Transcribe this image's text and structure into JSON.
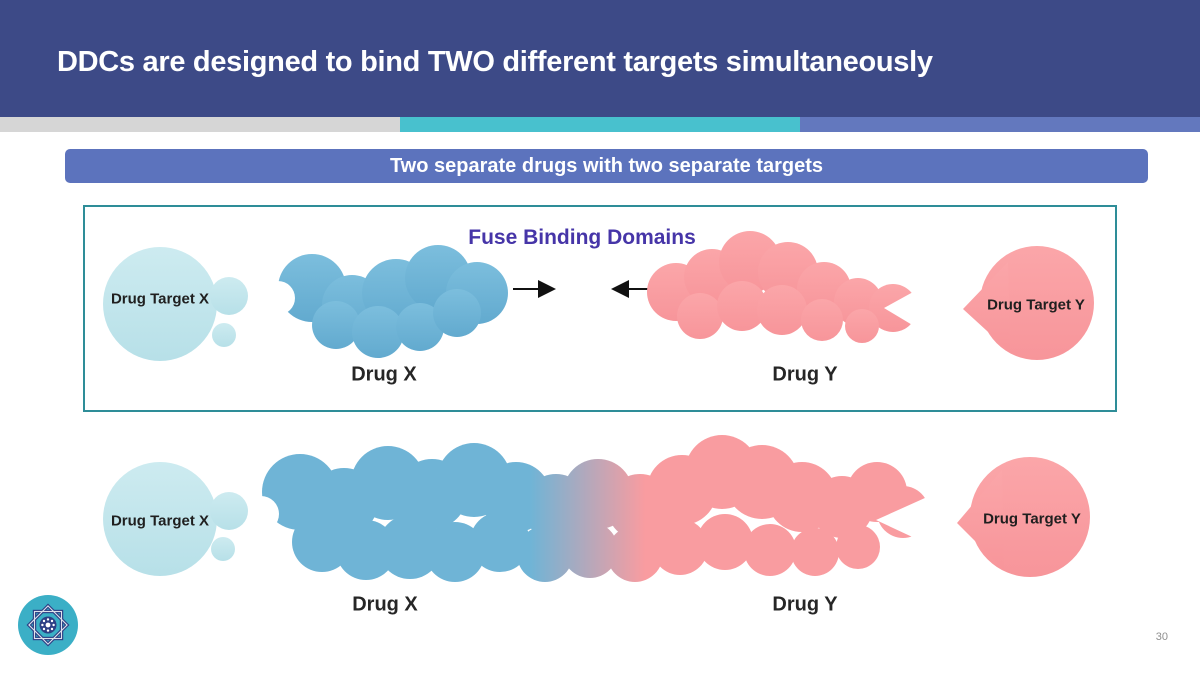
{
  "slide": {
    "title": "DDCs are designed to bind TWO different targets simultaneously",
    "banner": "Two separate drugs with two separate targets",
    "page_number": "30"
  },
  "diagram": {
    "fuse_label": "Fuse Binding Domains",
    "top": {
      "target_x": "Drug Target X",
      "drug_x": "Drug X",
      "drug_y": "Drug Y",
      "target_y": "Drug Target Y"
    },
    "bottom": {
      "target_x": "Drug Target X",
      "drug_x": "Drug X",
      "drug_y": "Drug Y",
      "target_y": "Drug Target Y"
    }
  },
  "colors": {
    "header_bg": "#3D4A87",
    "stripe_gray": "#D6D6D6",
    "stripe_teal": "#48C1CE",
    "stripe_blue": "#6378BE",
    "banner_bg": "#5C73BD",
    "box_border": "#2E8D98",
    "drug_x_blue": "#6FB4D6",
    "drug_y_pink": "#F99CA0",
    "target_cyan": "#C1E5EB",
    "fuse_text_purple": "#4635A8",
    "arrow_black": "#111111",
    "logo_teal": "#3BAFC6",
    "logo_navy": "#2D3F85"
  }
}
